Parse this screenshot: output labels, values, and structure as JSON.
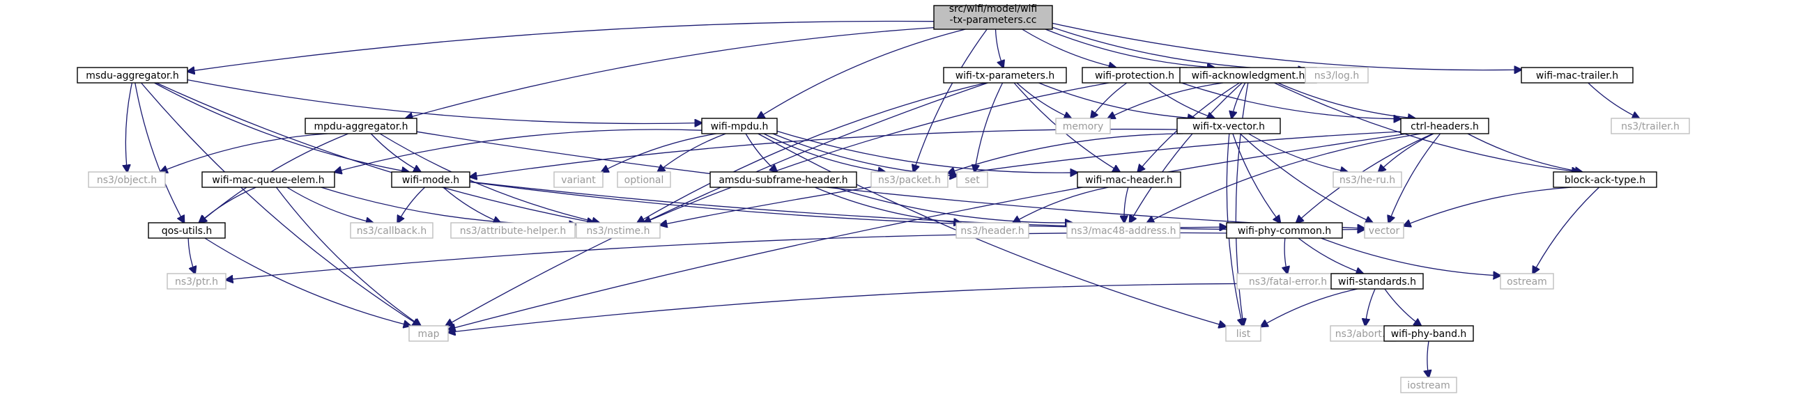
{
  "graph": {
    "nodes": [
      {
        "id": "root",
        "label": "src/wifi/model/wifi-tx-parameters.cc",
        "lines": [
          "src/wifi/model/wifi",
          "-tx-parameters.cc"
        ],
        "kind": "root"
      },
      {
        "id": "msdu",
        "label": "msdu-aggregator.h",
        "kind": "local"
      },
      {
        "id": "mpdu",
        "label": "mpdu-aggregator.h",
        "kind": "local"
      },
      {
        "id": "wifimpdu",
        "label": "wifi-mpdu.h",
        "kind": "local"
      },
      {
        "id": "txparams",
        "label": "wifi-tx-parameters.h",
        "kind": "local"
      },
      {
        "id": "protection",
        "label": "wifi-protection.h",
        "kind": "local"
      },
      {
        "id": "ack",
        "label": "wifi-acknowledgment.h",
        "kind": "local"
      },
      {
        "id": "log",
        "label": "ns3/log.h",
        "kind": "external"
      },
      {
        "id": "mactrailer",
        "label": "wifi-mac-trailer.h",
        "kind": "local"
      },
      {
        "id": "trailer",
        "label": "ns3/trailer.h",
        "kind": "external"
      },
      {
        "id": "memory",
        "label": "memory",
        "kind": "external"
      },
      {
        "id": "txvector",
        "label": "wifi-tx-vector.h",
        "kind": "local"
      },
      {
        "id": "ctrl",
        "label": "ctrl-headers.h",
        "kind": "local"
      },
      {
        "id": "object",
        "label": "ns3/object.h",
        "kind": "external"
      },
      {
        "id": "queueelem",
        "label": "wifi-mac-queue-elem.h",
        "kind": "local"
      },
      {
        "id": "wifimode",
        "label": "wifi-mode.h",
        "kind": "local"
      },
      {
        "id": "variant",
        "label": "variant",
        "kind": "external"
      },
      {
        "id": "optional",
        "label": "optional",
        "kind": "external"
      },
      {
        "id": "amsdu",
        "label": "amsdu-subframe-header.h",
        "kind": "local"
      },
      {
        "id": "packet",
        "label": "ns3/packet.h",
        "kind": "external"
      },
      {
        "id": "set",
        "label": "set",
        "kind": "external"
      },
      {
        "id": "macheader",
        "label": "wifi-mac-header.h",
        "kind": "local"
      },
      {
        "id": "heru",
        "label": "ns3/he-ru.h",
        "kind": "external"
      },
      {
        "id": "blockack",
        "label": "block-ack-type.h",
        "kind": "local"
      },
      {
        "id": "qos",
        "label": "qos-utils.h",
        "kind": "local"
      },
      {
        "id": "callback",
        "label": "ns3/callback.h",
        "kind": "external"
      },
      {
        "id": "attr",
        "label": "ns3/attribute-helper.h",
        "kind": "external"
      },
      {
        "id": "nstime",
        "label": "ns3/nstime.h",
        "kind": "external"
      },
      {
        "id": "header",
        "label": "ns3/header.h",
        "kind": "external"
      },
      {
        "id": "mac48",
        "label": "ns3/mac48-address.h",
        "kind": "external"
      },
      {
        "id": "phycommon",
        "label": "wifi-phy-common.h",
        "kind": "local"
      },
      {
        "id": "vector",
        "label": "vector",
        "kind": "external"
      },
      {
        "id": "ptr",
        "label": "ns3/ptr.h",
        "kind": "external"
      },
      {
        "id": "fatal",
        "label": "ns3/fatal-error.h",
        "kind": "external"
      },
      {
        "id": "ostream",
        "label": "ostream",
        "kind": "external"
      },
      {
        "id": "standards",
        "label": "wifi-standards.h",
        "kind": "local"
      },
      {
        "id": "map",
        "label": "map",
        "kind": "external"
      },
      {
        "id": "list",
        "label": "list",
        "kind": "external"
      },
      {
        "id": "abort",
        "label": "ns3/abort.h",
        "kind": "external"
      },
      {
        "id": "phyband",
        "label": "wifi-phy-band.h",
        "kind": "local"
      },
      {
        "id": "iostream",
        "label": "iostream",
        "kind": "external"
      }
    ],
    "edges": [
      [
        "root",
        "msdu"
      ],
      [
        "root",
        "mpdu"
      ],
      [
        "root",
        "wifimpdu"
      ],
      [
        "root",
        "txparams"
      ],
      [
        "root",
        "protection"
      ],
      [
        "root",
        "ack"
      ],
      [
        "root",
        "log"
      ],
      [
        "root",
        "mactrailer"
      ],
      [
        "root",
        "packet"
      ],
      [
        "mactrailer",
        "trailer"
      ],
      [
        "msdu",
        "object"
      ],
      [
        "msdu",
        "qos"
      ],
      [
        "msdu",
        "wifimode"
      ],
      [
        "msdu",
        "wifimpdu"
      ],
      [
        "msdu",
        "map"
      ],
      [
        "msdu",
        "nstime"
      ],
      [
        "mpdu",
        "object"
      ],
      [
        "mpdu",
        "qos"
      ],
      [
        "mpdu",
        "wifimode"
      ],
      [
        "mpdu",
        "nstime"
      ],
      [
        "mpdu",
        "vector"
      ],
      [
        "txparams",
        "memory"
      ],
      [
        "txparams",
        "txvector"
      ],
      [
        "txparams",
        "macheader"
      ],
      [
        "txparams",
        "set"
      ],
      [
        "txparams",
        "nstime"
      ],
      [
        "txparams",
        "map"
      ],
      [
        "protection",
        "memory"
      ],
      [
        "protection",
        "txvector"
      ],
      [
        "protection",
        "ctrl"
      ],
      [
        "protection",
        "nstime"
      ],
      [
        "ack",
        "memory"
      ],
      [
        "ack",
        "txvector"
      ],
      [
        "ack",
        "ctrl"
      ],
      [
        "ack",
        "macheader"
      ],
      [
        "ack",
        "blockack"
      ],
      [
        "ack",
        "list"
      ],
      [
        "ack",
        "mac48"
      ],
      [
        "wifimpdu",
        "queueelem"
      ],
      [
        "wifimpdu",
        "variant"
      ],
      [
        "wifimpdu",
        "optional"
      ],
      [
        "wifimpdu",
        "amsdu"
      ],
      [
        "wifimpdu",
        "packet"
      ],
      [
        "wifimpdu",
        "set"
      ],
      [
        "wifimpdu",
        "macheader"
      ],
      [
        "wifimpdu",
        "list"
      ],
      [
        "txvector",
        "wifimode"
      ],
      [
        "txvector",
        "phycommon"
      ],
      [
        "txvector",
        "heru"
      ],
      [
        "txvector",
        "vector"
      ],
      [
        "txvector",
        "list"
      ],
      [
        "txvector",
        "packet"
      ],
      [
        "ctrl",
        "heru"
      ],
      [
        "ctrl",
        "blockack"
      ],
      [
        "ctrl",
        "vector"
      ],
      [
        "ctrl",
        "mac48"
      ],
      [
        "ctrl",
        "nstime"
      ],
      [
        "ctrl",
        "phycommon"
      ],
      [
        "ctrl",
        "map"
      ],
      [
        "queueelem",
        "qos"
      ],
      [
        "queueelem",
        "callback"
      ],
      [
        "queueelem",
        "nstime"
      ],
      [
        "queueelem",
        "map"
      ],
      [
        "wifimode",
        "callback"
      ],
      [
        "wifimode",
        "attr"
      ],
      [
        "wifimode",
        "phycommon"
      ],
      [
        "wifimode",
        "vector"
      ],
      [
        "amsdu",
        "header"
      ],
      [
        "amsdu",
        "mac48"
      ],
      [
        "macheader",
        "header"
      ],
      [
        "macheader",
        "mac48"
      ],
      [
        "blockack",
        "vector"
      ],
      [
        "blockack",
        "ostream"
      ],
      [
        "qos",
        "ptr"
      ],
      [
        "qos",
        "map"
      ],
      [
        "phycommon",
        "ptr"
      ],
      [
        "phycommon",
        "fatal"
      ],
      [
        "phycommon",
        "ostream"
      ],
      [
        "phycommon",
        "standards"
      ],
      [
        "standards",
        "map"
      ],
      [
        "standards",
        "list"
      ],
      [
        "standards",
        "abort"
      ],
      [
        "standards",
        "phyband"
      ],
      [
        "phyband",
        "iostream"
      ]
    ]
  }
}
